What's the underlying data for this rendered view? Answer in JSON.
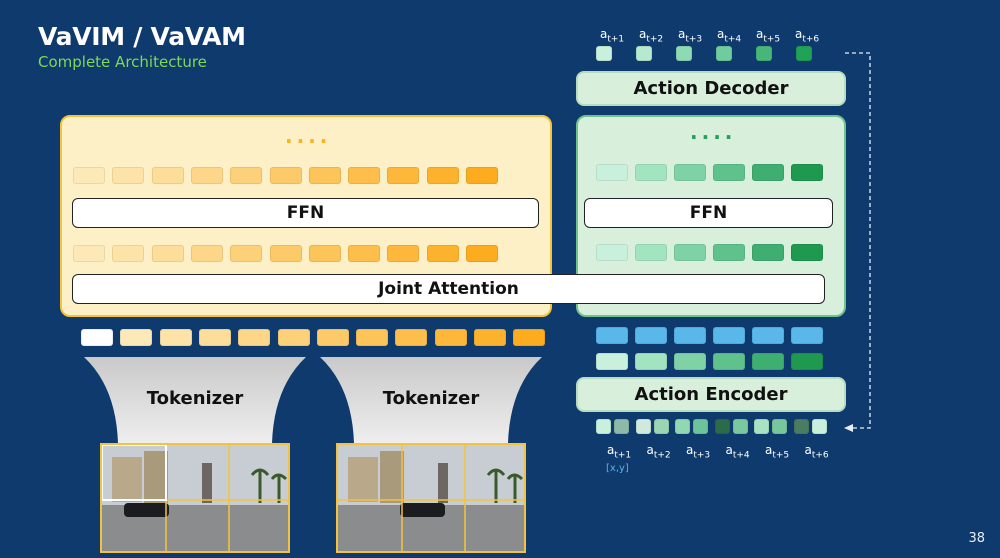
{
  "slide": {
    "title": "VaVIM / VaVAM",
    "subtitle": "Complete Architecture",
    "page_number": "38"
  },
  "left_block": {
    "dots": "....",
    "ffn_label": "FFN",
    "joint_attention_label": "Joint Attention",
    "token_colors": [
      "#ffffff",
      "#fde9b8",
      "#fde3a8",
      "#fddd9a",
      "#fdd68a",
      "#fdd07a",
      "#fdca6a",
      "#fdc45a",
      "#fdbe4b",
      "#fdb83c",
      "#fdb22e",
      "#fdac1f"
    ]
  },
  "right_block": {
    "dots": "....",
    "ffn_label": "FFN",
    "action_decoder_label": "Action Decoder",
    "action_encoder_label": "Action Encoder",
    "green_colors": [
      "#c8f0dc",
      "#a2e3c0",
      "#7fd2a5",
      "#5fc28d",
      "#3fae71",
      "#1f9850"
    ],
    "blue_color": "#5ab7ea"
  },
  "tokenizers": [
    {
      "label": "Tokenizer"
    },
    {
      "label": "Tokenizer"
    }
  ],
  "top_actions": [
    {
      "base": "a",
      "sub": "t+1"
    },
    {
      "base": "a",
      "sub": "t+2"
    },
    {
      "base": "a",
      "sub": "t+3"
    },
    {
      "base": "a",
      "sub": "t+4"
    },
    {
      "base": "a",
      "sub": "t+5"
    },
    {
      "base": "a",
      "sub": "t+6"
    }
  ],
  "bottom_actions": [
    {
      "base": "a",
      "sub": "t+1"
    },
    {
      "base": "a",
      "sub": "t+2"
    },
    {
      "base": "a",
      "sub": "t+3"
    },
    {
      "base": "a",
      "sub": "t+4"
    },
    {
      "base": "a",
      "sub": "t+5"
    },
    {
      "base": "a",
      "sub": "t+6"
    }
  ],
  "coord_label": "[x,y]",
  "icons": [
    "dashed-arrow-icon"
  ]
}
